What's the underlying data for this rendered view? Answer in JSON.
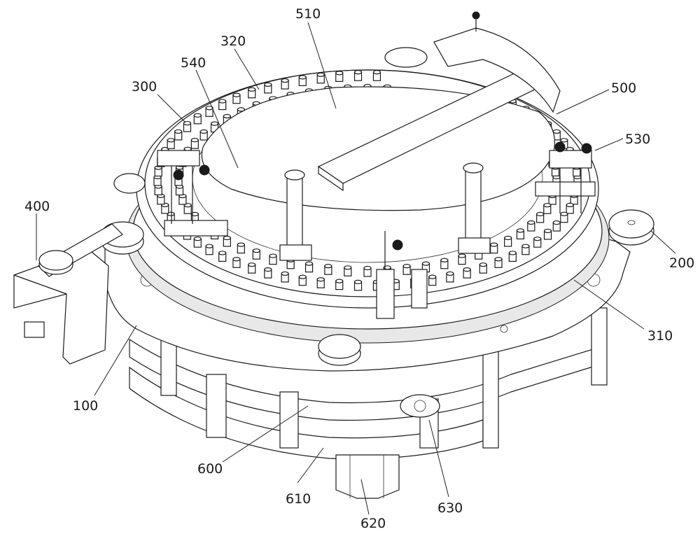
{
  "figure": {
    "type": "patent isometric line drawing",
    "subject": "rotary turntable mechanism with ring of sockets",
    "labels": [
      {
        "id": "l510",
        "text": "510"
      },
      {
        "id": "l320",
        "text": "320"
      },
      {
        "id": "l540",
        "text": "540"
      },
      {
        "id": "l300",
        "text": "300"
      },
      {
        "id": "l500",
        "text": "500"
      },
      {
        "id": "l530",
        "text": "530"
      },
      {
        "id": "l400",
        "text": "400"
      },
      {
        "id": "l200",
        "text": "200"
      },
      {
        "id": "l310",
        "text": "310"
      },
      {
        "id": "l100",
        "text": "100"
      },
      {
        "id": "l600",
        "text": "600"
      },
      {
        "id": "l610",
        "text": "610"
      },
      {
        "id": "l630",
        "text": "630"
      },
      {
        "id": "l620",
        "text": "620"
      }
    ]
  }
}
